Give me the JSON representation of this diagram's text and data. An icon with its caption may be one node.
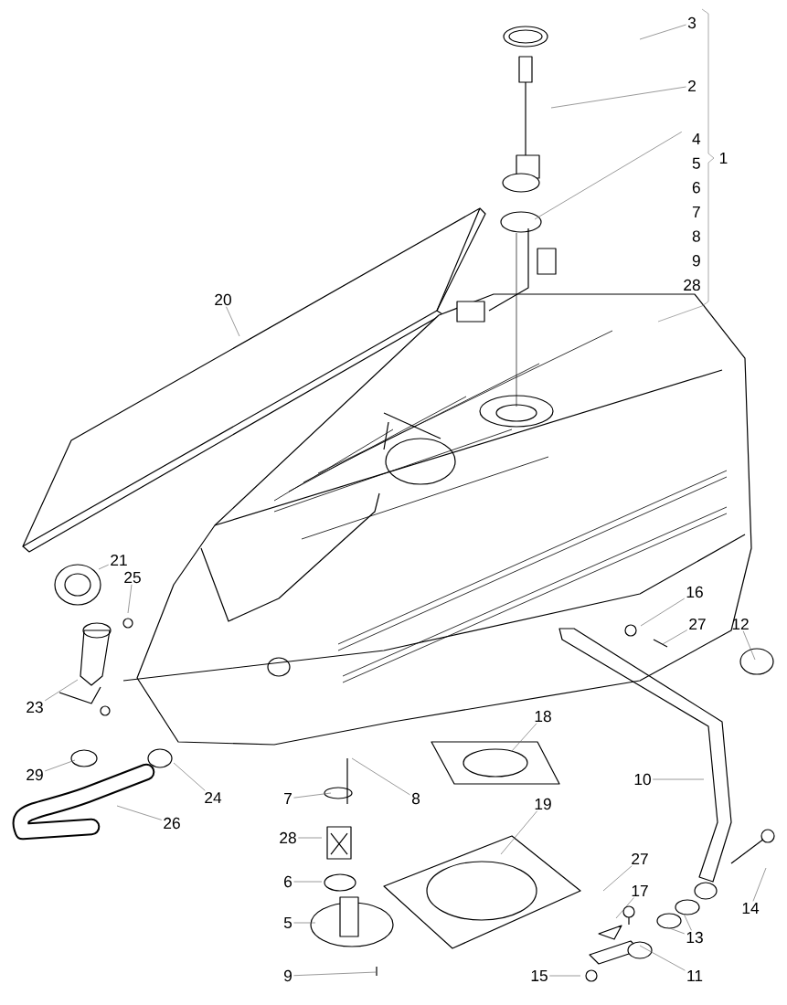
{
  "diagram": {
    "nodes": [
      {
        "text": [
          "3"
        ]
      },
      {
        "text": [
          "2"
        ]
      },
      {
        "text": [
          "4",
          "5",
          "6",
          "7",
          "8",
          "9",
          "28"
        ]
      },
      {
        "text": [
          "20"
        ]
      },
      {
        "text": [
          "21"
        ]
      },
      {
        "text": [
          "25"
        ]
      },
      {
        "text": [
          "23"
        ]
      },
      {
        "text": [
          "29"
        ]
      },
      {
        "text": [
          "24"
        ]
      },
      {
        "text": [
          "26"
        ]
      },
      {
        "text": [
          "7"
        ]
      },
      {
        "text": [
          "8"
        ]
      },
      {
        "text": [
          "28"
        ]
      },
      {
        "text": [
          "6"
        ]
      },
      {
        "text": [
          "5"
        ]
      },
      {
        "text": [
          "9"
        ]
      },
      {
        "text": [
          "18"
        ]
      },
      {
        "text": [
          "19"
        ]
      },
      {
        "text": [
          "16"
        ]
      },
      {
        "text": [
          "27"
        ]
      },
      {
        "text": [
          "12"
        ]
      },
      {
        "text": [
          "10"
        ]
      },
      {
        "text": [
          "14"
        ]
      },
      {
        "text": [
          "27"
        ]
      },
      {
        "text": [
          "17"
        ]
      },
      {
        "text": [
          "13"
        ]
      },
      {
        "text": [
          "11"
        ]
      },
      {
        "text": [
          "15"
        ]
      }
    ],
    "edges": [
      {
        "from": 0,
        "to": null,
        "arrow": "none"
      },
      {
        "from": 1,
        "to": null,
        "arrow": "none"
      },
      {
        "from": 2,
        "to": null,
        "arrow": "none"
      },
      {
        "from": 3,
        "to": null,
        "arrow": "none"
      },
      {
        "from": 4,
        "to": null,
        "arrow": "none"
      },
      {
        "from": 5,
        "to": null,
        "arrow": "none"
      },
      {
        "from": 6,
        "to": null,
        "arrow": "none"
      },
      {
        "from": 7,
        "to": null,
        "arrow": "none"
      },
      {
        "from": 8,
        "to": null,
        "arrow": "none"
      },
      {
        "from": 9,
        "to": null,
        "arrow": "none"
      },
      {
        "from": 10,
        "to": null,
        "arrow": "none"
      },
      {
        "from": 11,
        "to": null,
        "arrow": "none"
      },
      {
        "from": 12,
        "to": null,
        "arrow": "none"
      },
      {
        "from": 13,
        "to": null,
        "arrow": "none"
      },
      {
        "from": 14,
        "to": null,
        "arrow": "none"
      },
      {
        "from": 15,
        "to": null,
        "arrow": "none"
      },
      {
        "from": 16,
        "to": null,
        "arrow": "none"
      },
      {
        "from": 17,
        "to": null,
        "arrow": "none"
      },
      {
        "from": 18,
        "to": null,
        "arrow": "none"
      },
      {
        "from": 19,
        "to": null,
        "arrow": "none"
      },
      {
        "from": 20,
        "to": null,
        "arrow": "none"
      },
      {
        "from": 21,
        "to": null,
        "arrow": "none"
      },
      {
        "from": 22,
        "to": null,
        "arrow": "none"
      },
      {
        "from": 23,
        "to": null,
        "arrow": "none"
      },
      {
        "from": 24,
        "to": null,
        "arrow": "none"
      },
      {
        "from": 25,
        "to": null,
        "arrow": "none"
      },
      {
        "from": 25,
        "to": null,
        "arrow": "none"
      },
      {
        "from": 26,
        "to": null,
        "arrow": "none"
      },
      {
        "from": 27,
        "to": null,
        "arrow": "none"
      }
    ],
    "labels": [
      "1"
    ]
  }
}
